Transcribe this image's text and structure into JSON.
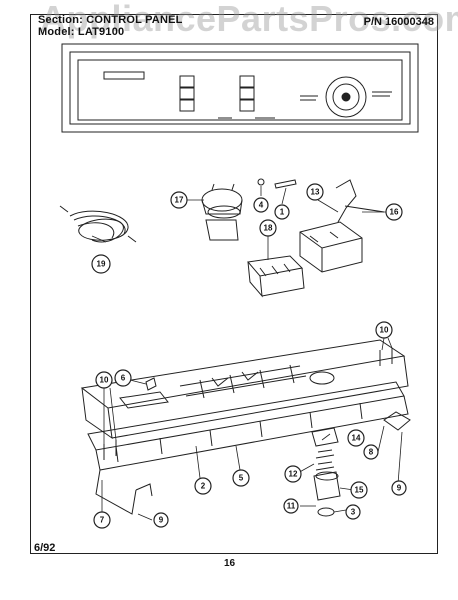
{
  "header": {
    "section_line": "Section: CONTROL PANEL",
    "model_line": "Model: LAT9100",
    "part_number_line": "P/N 16000348"
  },
  "watermark": "AppliancePartsPros.com",
  "footer": {
    "date": "6/92",
    "page": "16"
  },
  "callouts": [
    "1",
    "2",
    "3",
    "4",
    "5",
    "6",
    "7",
    "8",
    "9",
    "9",
    "10",
    "10",
    "11",
    "12",
    "13",
    "14",
    "15",
    "16",
    "17",
    "18",
    "19"
  ]
}
